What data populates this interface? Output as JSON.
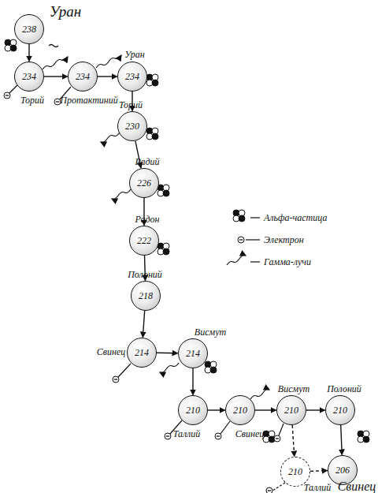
{
  "diagram": {
    "nodes": [
      {
        "text": [
          "238",
          "Уран"
        ]
      },
      {
        "text": [
          "234",
          "Торий"
        ]
      },
      {
        "text": [
          "234",
          "Протактиний"
        ]
      },
      {
        "text": [
          "234",
          "Уран"
        ]
      },
      {
        "text": [
          "230",
          "Торий"
        ]
      },
      {
        "text": [
          "226",
          "Радий"
        ]
      },
      {
        "text": [
          "222",
          "Радон"
        ]
      },
      {
        "text": [
          "218",
          "Полоний"
        ]
      },
      {
        "text": [
          "214",
          "Свинец"
        ]
      },
      {
        "text": [
          "214",
          "Висмут"
        ]
      },
      {
        "text": [
          "210",
          "Таллий"
        ]
      },
      {
        "text": [
          "210",
          "Свинец"
        ]
      },
      {
        "text": [
          "210",
          "Висмут"
        ]
      },
      {
        "text": [
          "210",
          "Полоний"
        ]
      },
      {
        "text": [
          "210",
          "Таллий"
        ]
      },
      {
        "text": [
          "206",
          "Свинец"
        ]
      }
    ],
    "edges": [
      {
        "from": 0,
        "to": 1,
        "arrow": "to"
      },
      {
        "from": 1,
        "to": 2,
        "arrow": "to"
      },
      {
        "from": 2,
        "to": 3,
        "arrow": "to"
      },
      {
        "from": 3,
        "to": 4,
        "arrow": "to"
      },
      {
        "from": 4,
        "to": 5,
        "arrow": "to"
      },
      {
        "from": 5,
        "to": 6,
        "arrow": "to"
      },
      {
        "from": 6,
        "to": 7,
        "arrow": "to"
      },
      {
        "from": 7,
        "to": 8,
        "arrow": "to"
      },
      {
        "from": 8,
        "to": 9,
        "arrow": "to"
      },
      {
        "from": 9,
        "to": 10,
        "arrow": "to"
      },
      {
        "from": 10,
        "to": 11,
        "arrow": "to"
      },
      {
        "from": 11,
        "to": 12,
        "arrow": "to"
      },
      {
        "from": 12,
        "to": 13,
        "arrow": "to"
      },
      {
        "from": 13,
        "to": 15,
        "arrow": "to"
      },
      {
        "from": 12,
        "to": 14,
        "arrow": "to"
      },
      {
        "from": 14,
        "to": 15,
        "arrow": "to"
      }
    ],
    "legend": [
      {
        "text": "Альфа-частица"
      },
      {
        "text": "Электрон"
      },
      {
        "text": "Гамма-лучи"
      }
    ]
  }
}
